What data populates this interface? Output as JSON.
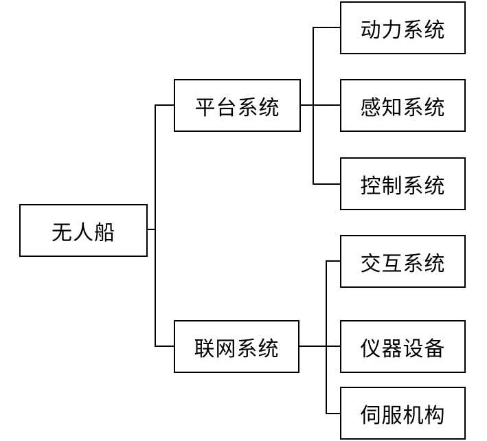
{
  "diagram_type": "tree",
  "nodes": {
    "root": "无人船",
    "platform": "平台系统",
    "network": "联网系统",
    "power": "动力系统",
    "perception": "感知系统",
    "control": "控制系统",
    "interaction": "交互系统",
    "instrument": "仪器设备",
    "servo": "伺服机构"
  },
  "hierarchy": {
    "无人船": [
      "平台系统",
      "联网系统"
    ],
    "平台系统": [
      "动力系统",
      "感知系统",
      "控制系统"
    ],
    "联网系统": [
      "交互系统",
      "仪器设备",
      "伺服机构"
    ]
  },
  "colors": {
    "background": "#ffffff",
    "box_fill": "#ffffff",
    "line": "#000000",
    "text": "#000000"
  }
}
